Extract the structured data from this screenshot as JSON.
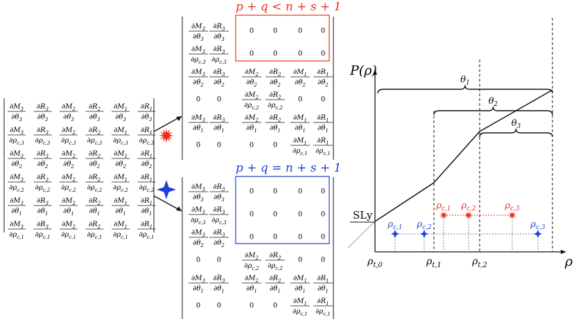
{
  "colors": {
    "red": "#e8301c",
    "blue": "#1f3fd6",
    "black": "#111111",
    "grey": "#999999"
  },
  "icons": {
    "red_marker": "red-starburst-icon",
    "blue_marker": "blue-four-point-star-icon"
  },
  "left_matrix": {
    "row_vars": [
      "θ3",
      "ρc,3",
      "θ2",
      "ρc,2",
      "θ1",
      "ρc,1"
    ],
    "col_vars": [
      "M3",
      "R3",
      "M2",
      "R2",
      "M1",
      "R1"
    ]
  },
  "case_red": {
    "condition": "p + q < n + s + 1",
    "rows": [
      [
        "∂M3/∂θ3",
        "∂R3/∂θ3",
        "0",
        "0",
        "0",
        "0"
      ],
      [
        "∂M3/∂ρc,3",
        "∂R3/∂ρc,3",
        "0",
        "0",
        "0",
        "0"
      ],
      [
        "∂M3/∂θ2",
        "∂R3/∂θ2",
        "∂M2/∂θ2",
        "∂R2/∂θ2",
        "∂M1/∂θ2",
        "∂R1/∂θ2"
      ],
      [
        "0",
        "0",
        "∂M2/∂ρc,2",
        "∂R2/∂ρc,2",
        "0",
        "0"
      ],
      [
        "∂M3/∂θ1",
        "∂R3/∂θ1",
        "∂M2/∂θ1",
        "∂R2/∂θ1",
        "∂M1/∂θ1",
        "∂R1/∂θ1"
      ],
      [
        "0",
        "0",
        "0",
        "0",
        "∂M1/∂ρc,1",
        "∂R1/∂ρc,1"
      ]
    ]
  },
  "case_blue": {
    "condition": "p + q = n + s + 1",
    "rows": [
      [
        "∂M3/∂θ3",
        "∂R3/∂θ3",
        "0",
        "0",
        "0",
        "0"
      ],
      [
        "∂M3/∂ρc,3",
        "∂R3/∂ρc,3",
        "0",
        "0",
        "0",
        "0"
      ],
      [
        "∂M3/∂θ2",
        "∂R3/∂θ2",
        "0",
        "0",
        "0",
        "0"
      ],
      [
        "0",
        "0",
        "∂M2/∂ρc,2",
        "∂R2/∂ρc,2",
        "0",
        "0"
      ],
      [
        "∂M3/∂θ1",
        "∂R3/∂θ1",
        "∂M2/∂θ1",
        "∂R2/∂θ1",
        "∂M1/∂θ1",
        "∂R1/∂θ1"
      ],
      [
        "0",
        "0",
        "0",
        "0",
        "∂M1/∂ρc,1",
        "∂R1/∂ρc,1"
      ]
    ]
  },
  "plot": {
    "y_axis_label": "P(ρ)",
    "x_axis_label": "ρ",
    "curve_label": "SLy",
    "x_ticks": [
      "ρt,0",
      "ρt,1",
      "ρt,2"
    ],
    "braces": [
      "θ1",
      "θ2",
      "θ3"
    ],
    "red_points": [
      "ρc,1",
      "ρc,2",
      "ρc,3"
    ],
    "blue_points": [
      "ρc,1",
      "ρc,2",
      "ρc,3"
    ]
  }
}
